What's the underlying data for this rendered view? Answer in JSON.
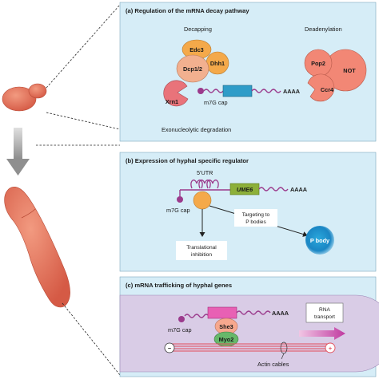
{
  "panels": {
    "a": {
      "title": "(a)  Regulation of the mRNA decay pathway",
      "decapping_label": "Decapping",
      "deadenylation_label": "Deadenylation",
      "edc3": "Edc3",
      "dhh1": "Dhh1",
      "dcp": "Dcp1/2",
      "xrn1": "Xrn1",
      "pop2": "Pop2",
      "not": "NOT",
      "ccr4": "Ccr4",
      "cap": "m7G cap",
      "polya": "AAAA",
      "exo_label": "Exonucleolytic degradation"
    },
    "b": {
      "title": "(b)  Expression of hyphal specific regulator",
      "utr": "5'UTR",
      "ume6": "UME6",
      "polya": "AAAA",
      "cap": "m7G cap",
      "targeting": [
        "Targeting to",
        "P bodies"
      ],
      "pbody": "P body",
      "inhibition": [
        "Translational",
        "inhibition"
      ]
    },
    "c": {
      "title": "(c)  mRNA trafficking of hyphal genes",
      "cap": "m7G cap",
      "polya": "AAAA",
      "she3": "She3",
      "myo2": "Myo2",
      "transport": [
        "RNA",
        "transport"
      ],
      "minus": "−",
      "plus": "+",
      "actin": "Actin cables"
    }
  },
  "colors": {
    "panel_bg": "#d6edf7",
    "protein_salmon": "#f2b08f",
    "protein_orange": "#f4a94a",
    "ccr4": "#f28775",
    "xrn1": "#e9737a",
    "ume6_box": "#8db03a",
    "cds_box": "#2f9cc8",
    "mrna": "#9b3a8c",
    "she3": "#f7a88e",
    "myo2": "#67b86a",
    "actin": "#e24d5a",
    "cell": "#e5735a",
    "hypha_bg": "#d9cce6"
  }
}
